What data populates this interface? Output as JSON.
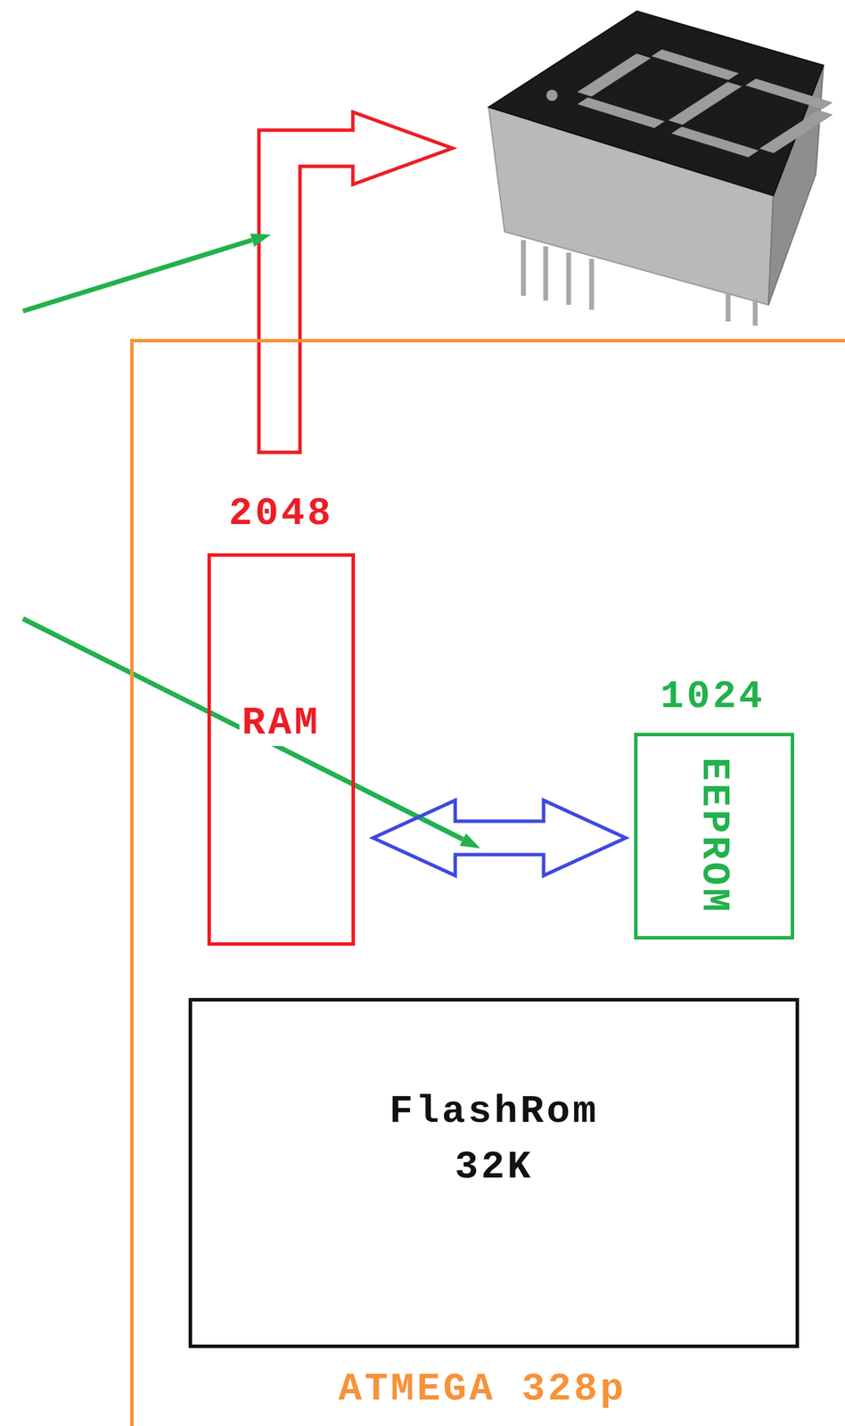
{
  "diagram": {
    "nodes": [
      {
        "text": [
          "ATMEGA 328p"
        ]
      },
      {
        "text": [
          "2048",
          "RAM"
        ],
        "in": 0
      },
      {
        "text": [
          "1024",
          "EEPROM"
        ],
        "in": 0
      },
      {
        "text": [
          "FlashRom 32K"
        ],
        "in": 0
      }
    ],
    "edges": [
      {
        "from": 1,
        "to": 2,
        "arrow": "both"
      }
    ]
  }
}
